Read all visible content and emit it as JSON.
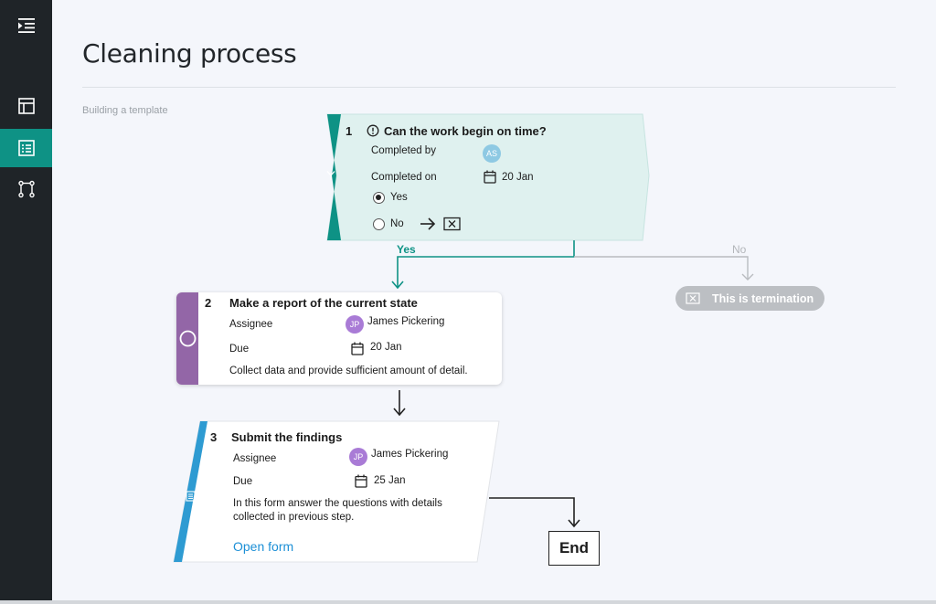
{
  "page": {
    "title": "Cleaning process",
    "subtitle": "Building a template"
  },
  "sidebar": {
    "items": [
      {
        "icon": "menu-collapse-icon",
        "active": false
      },
      {
        "icon": "layout-icon",
        "active": false
      },
      {
        "icon": "list-view-icon",
        "active": true
      },
      {
        "icon": "workflow-icon",
        "active": false
      }
    ]
  },
  "step1": {
    "number": "1",
    "icon": "exclamation-circle-icon",
    "title": "Can the work begin on time?",
    "completed_by_label": "Completed by",
    "completed_by_initials": "AS",
    "completed_on_label": "Completed on",
    "completed_on_date": "20 Jan",
    "options": [
      {
        "label": "Yes",
        "selected": true
      },
      {
        "label": "No",
        "selected": false
      }
    ],
    "branch_yes": "Yes",
    "branch_no": "No",
    "color": "#0e9285",
    "bg": "#dff1ef"
  },
  "termination": {
    "label": "This is termination"
  },
  "step2": {
    "number": "2",
    "title": "Make a report of the current state",
    "assignee_label": "Assignee",
    "assignee_initials": "JP",
    "assignee_name": "James Pickering",
    "due_label": "Due",
    "due_date": "20 Jan",
    "description": "Collect data and provide sufficient amount of detail.",
    "color": "#9366a7"
  },
  "step3": {
    "number": "3",
    "title": "Submit the findings",
    "assignee_label": "Assignee",
    "assignee_initials": "JP",
    "assignee_name": "James Pickering",
    "due_label": "Due",
    "due_date": "25 Jan",
    "description_line1": "In this form answer the questions with details",
    "description_line2": "collected in previous step.",
    "open_form_label": "Open form",
    "color": "#2e9bd2"
  },
  "end": {
    "label": "End"
  }
}
